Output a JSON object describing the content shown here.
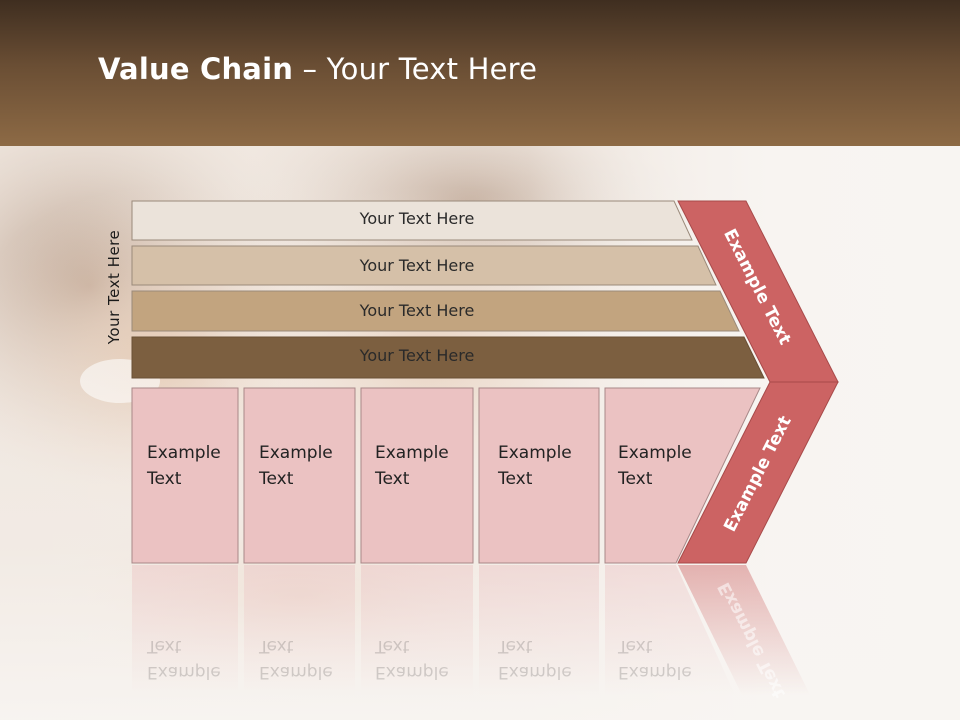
{
  "slide": {
    "title_bold": "Value Chain",
    "title_rest": " – Your Text Here",
    "side_label": "Your Text Here",
    "colors": {
      "header_dark": "#3f2e20",
      "header_light": "#8d6a45",
      "arrow": "#cc6363",
      "box": "#ebc2c2"
    }
  },
  "bars": [
    {
      "label": "Your Text Here",
      "color": "#ebe3da"
    },
    {
      "label": "Your Text Here",
      "color": "#d5c0a8"
    },
    {
      "label": "Your Text Here",
      "color": "#c2a47f"
    },
    {
      "label": "Your Text Here",
      "color": "#7c5f40"
    }
  ],
  "boxes": [
    {
      "line1": "Example",
      "line2": "Text"
    },
    {
      "line1": "Example",
      "line2": "Text"
    },
    {
      "line1": "Example",
      "line2": "Text"
    },
    {
      "line1": "Example",
      "line2": "Text"
    },
    {
      "line1": "Example",
      "line2": "Text"
    }
  ],
  "arrow": {
    "upper_label": "Example Text",
    "lower_label": "Example Text"
  }
}
